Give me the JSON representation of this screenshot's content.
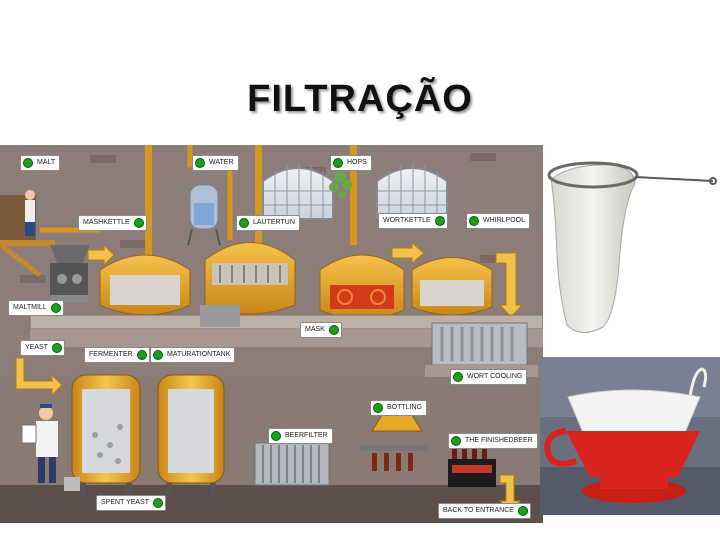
{
  "slide": {
    "title": "FILTRAÇÃO"
  },
  "diagram": {
    "labels": {
      "malt": "MALT",
      "water": "WATER",
      "hops": "HOPS",
      "mashkettle": "MASHKETTLE",
      "lautertun": "LAUTERTUN",
      "wortkettle": "WORTKETTLE",
      "whirlpool": "WHIRLPOOL",
      "maltmill": "MALTMILL",
      "mask": "MASK",
      "yeast": "YEAST",
      "fermenter": "FERMENTER",
      "maturationtank": "MATURATIONTANK",
      "wort_cooling": "WORT COOLING",
      "bottling": "BOTTLING",
      "beerfilter": "BEERFILTER",
      "finished_beer": "THE FINISHEDBEER",
      "spent_yeast": "SPENT YEAST",
      "back_to_entrance": "BACK TO ENTRANCE"
    }
  },
  "colors": {
    "wall": "#8d7d78",
    "floor": "#5c4f4b",
    "copper": "#e8a825",
    "label_dot": "#1aa01a",
    "filter_red": "#d8241c"
  }
}
